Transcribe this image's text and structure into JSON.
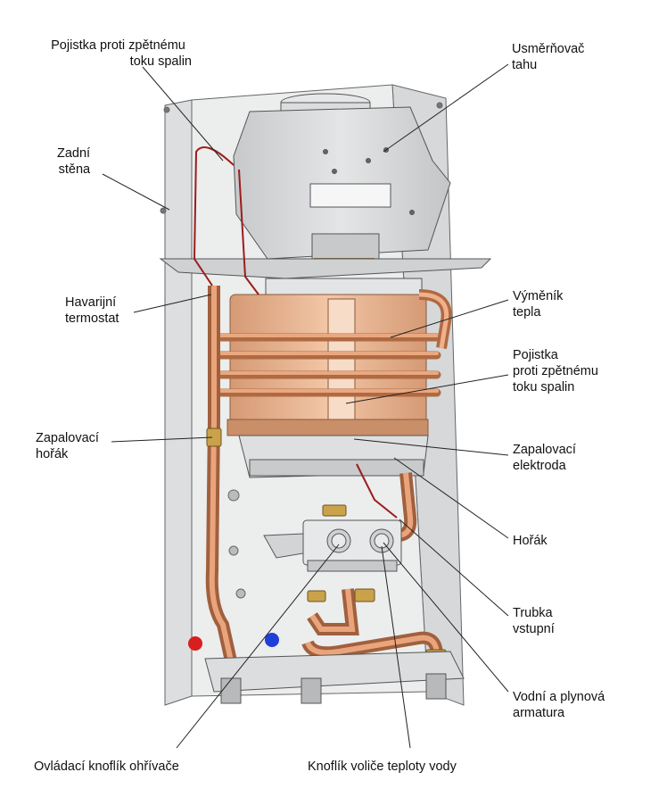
{
  "labels": {
    "pojistka_top": [
      "Pojistka proti zpětnému",
      "toku spalin"
    ],
    "usmernovac": [
      "Usměrňovač",
      "tahu"
    ],
    "zadni": [
      "Zadní",
      "stěna"
    ],
    "havarijni": [
      "Havarijní",
      "termostat"
    ],
    "vymenik": [
      "Výměník",
      "tepla"
    ],
    "pojistka_mid": [
      "Pojistka",
      "proti zpětnému",
      "toku spalin"
    ],
    "zapal_horak": [
      "Zapalovací",
      "hořák"
    ],
    "zapal_elektroda": [
      "Zapalovací",
      "elektroda"
    ],
    "horak": [
      "Hořák"
    ],
    "trubka": [
      "Trubka",
      "vstupní"
    ],
    "armatura": [
      "Vodní a plynová",
      "armatura"
    ],
    "knoflik_ohrivace": [
      "Ovládací knoflík ohřívače"
    ],
    "knoflik_teploty": [
      "Knoflík voliče teploty vody"
    ]
  },
  "colors": {
    "copper": "#d9916a",
    "copper_dark": "#b86a45",
    "exchanger": "#e8b48f",
    "metal": "#d2d4d6",
    "metal_dark": "#9a9da0",
    "hot_dot": "#d81e1e",
    "cold_dot": "#1e3fd8",
    "brass": "#c9a24a"
  }
}
